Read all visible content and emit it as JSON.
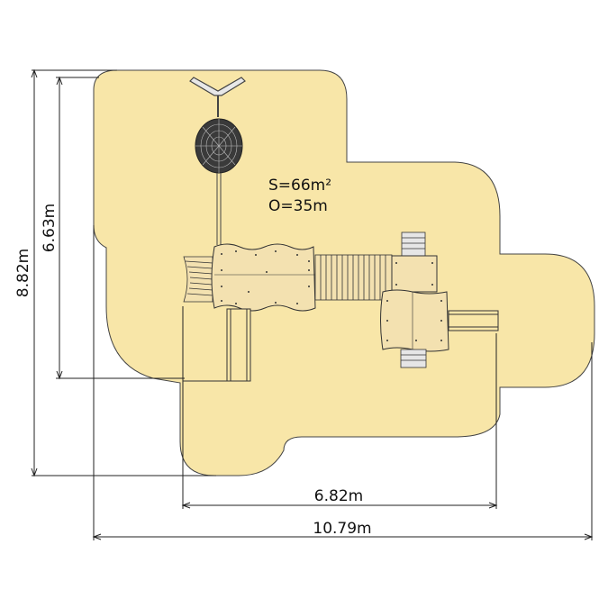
{
  "area": {
    "line1": "S=66m²",
    "line2": "O=35m"
  },
  "dimensions": {
    "total_height": "8.82m",
    "inner_height": "6.63m",
    "inner_width": "6.82m",
    "total_width": "10.79m"
  },
  "colors": {
    "safety_zone": "#f8e6a8",
    "outline": "#333333",
    "equipment": "#f3e1b0"
  }
}
